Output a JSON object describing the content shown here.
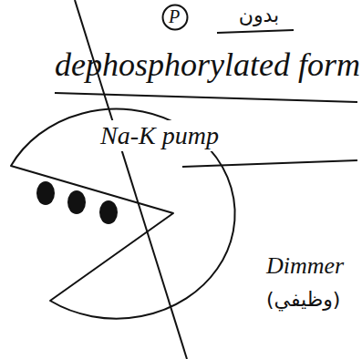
{
  "diagram": {
    "nodes": [
      {
        "text": [
          "P"
        ]
      },
      {
        "text": [
          "Na-K pump"
        ]
      }
    ],
    "labels": [
      "بدون",
      "dephosphorylated form",
      "Dimmer",
      "(وظيفي)"
    ]
  }
}
